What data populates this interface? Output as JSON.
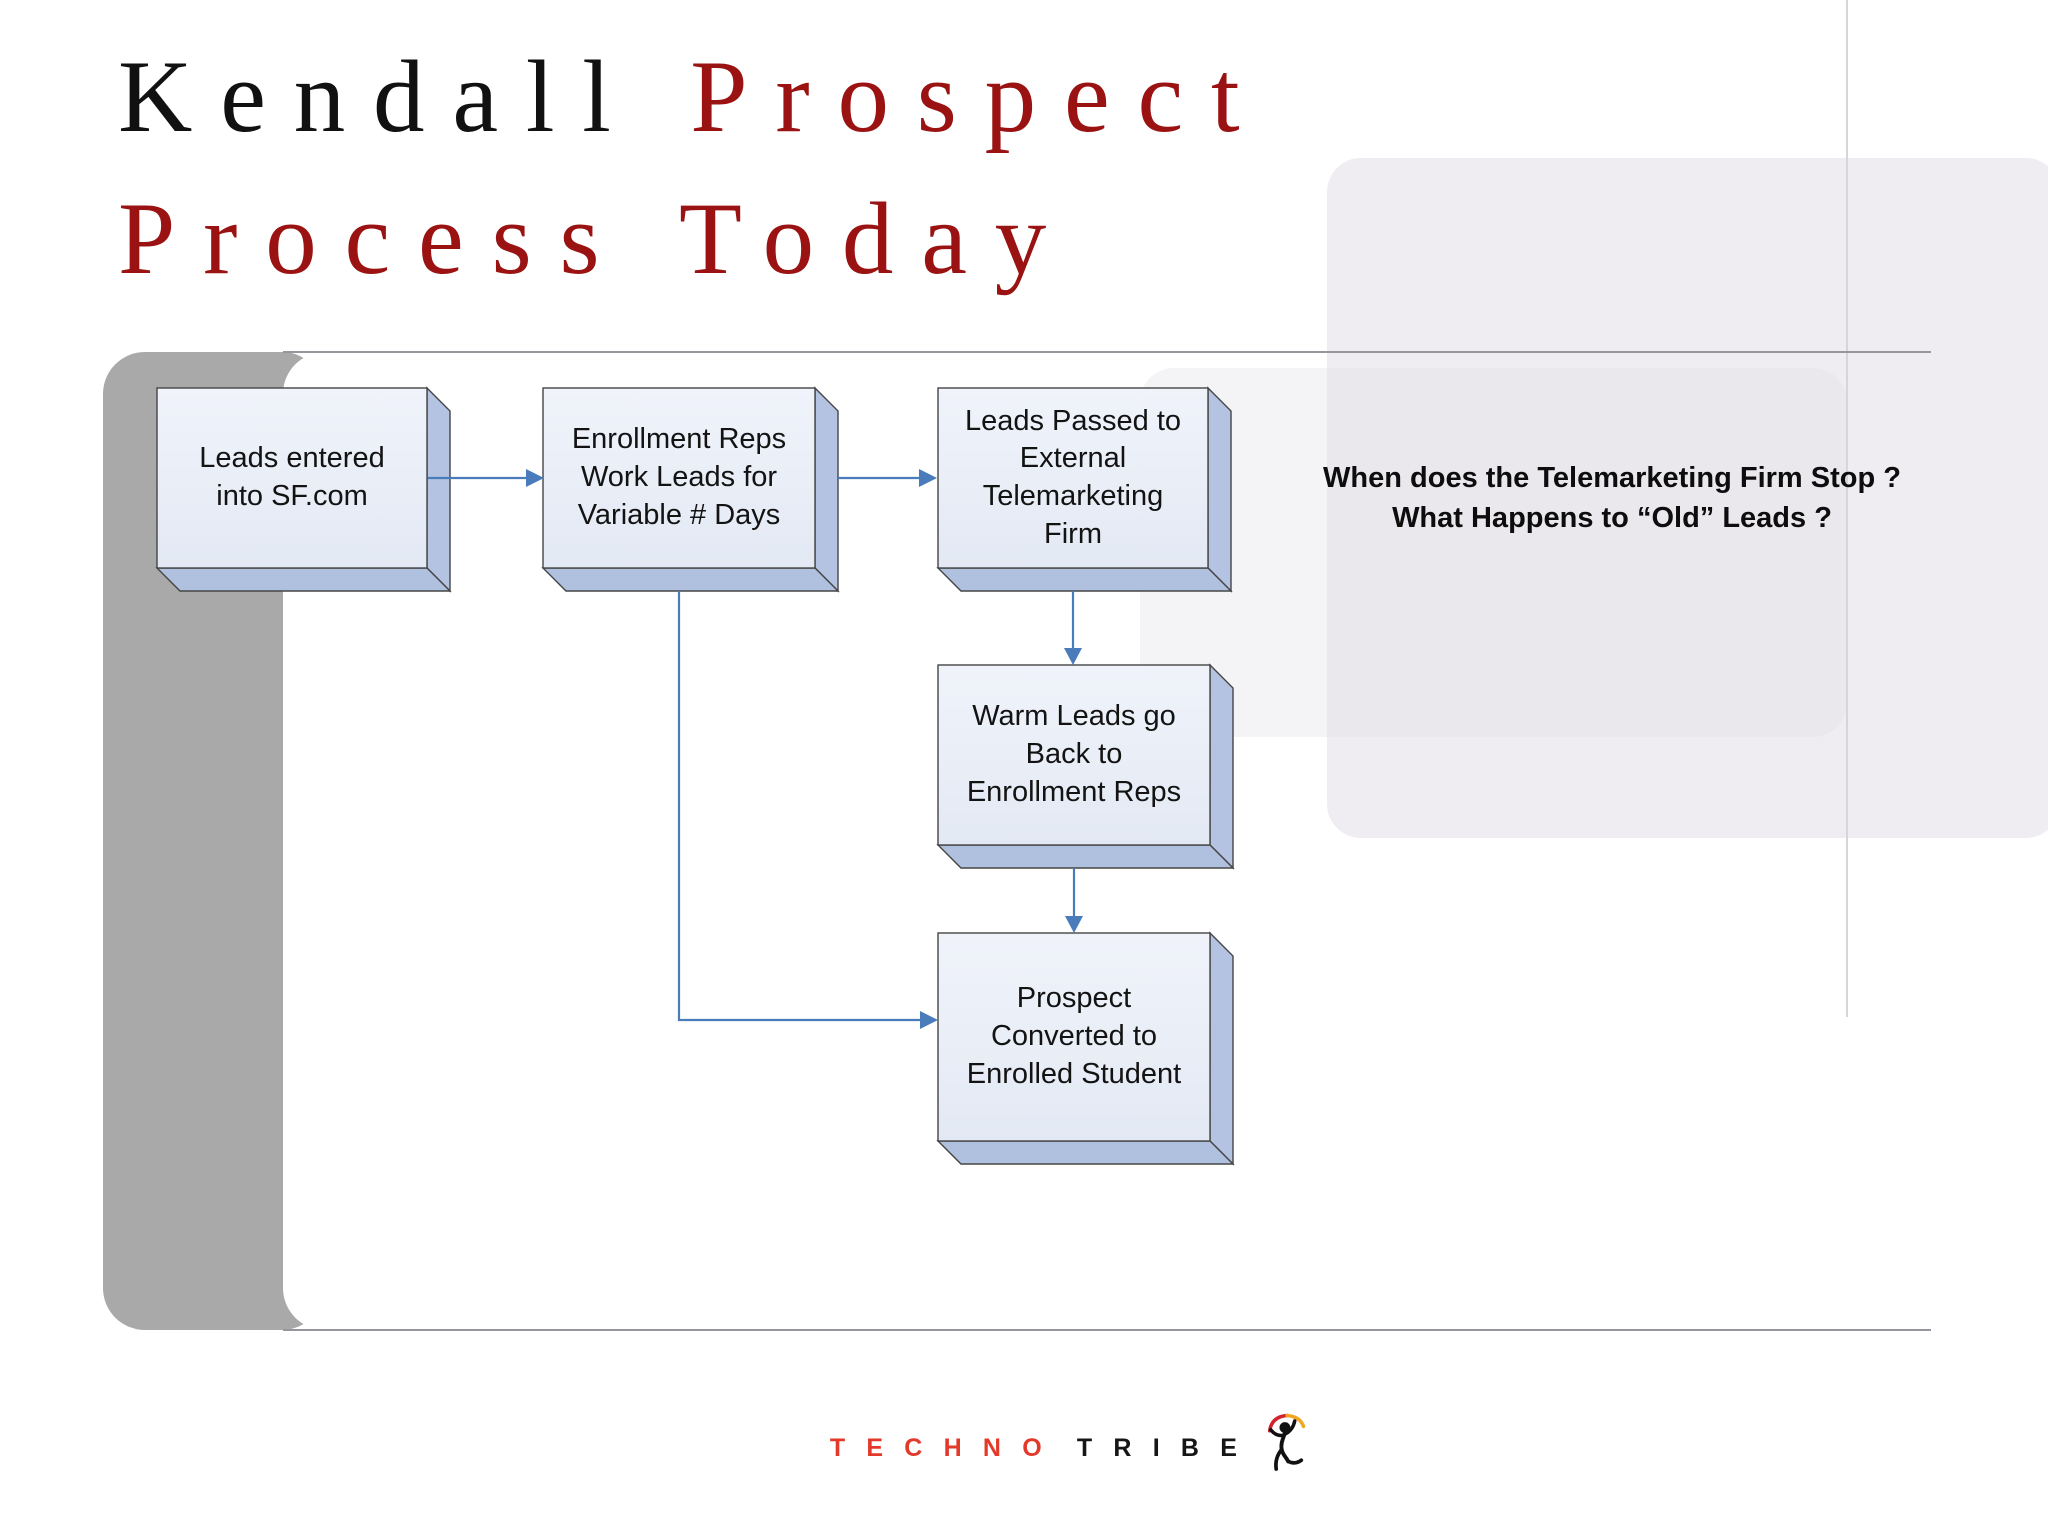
{
  "slide_title": {
    "word1": "Kendall",
    "word2": "Prospect",
    "line2": "Process Today"
  },
  "flowchart": {
    "boxes": [
      {
        "id": "box1",
        "label": "Leads entered\ninto SF.com"
      },
      {
        "id": "box2",
        "label": "Enrollment Reps\nWork Leads for\nVariable # Days"
      },
      {
        "id": "box3",
        "label": "Leads Passed to\nExternal\nTelemarketing\nFirm"
      },
      {
        "id": "box4",
        "label": "Warm Leads go\nBack to\nEnrollment Reps"
      },
      {
        "id": "box5",
        "label": "Prospect\nConverted to\nEnrolled Student"
      }
    ],
    "arrows": [
      "box1-to-box2",
      "box2-to-box3",
      "box3-to-box4",
      "box4-to-box5",
      "box2-to-box5"
    ]
  },
  "annotation": {
    "line1": "When does the Telemarketing Firm Stop ?",
    "line2": "What Happens to “Old” Leads ?"
  },
  "logo": {
    "word1": "TECHNO",
    "word2": "TRIBE",
    "icon": "dancing-figure-icon"
  },
  "colors": {
    "title_red": "#9a1212",
    "box_fill": "#e9eef7",
    "box_side": "#b4c3e1",
    "box_border": "#454545",
    "arrow_blue": "#4a7bbb",
    "logo_red": "#e2392b",
    "sidebar_gray": "#a9a9a9"
  }
}
